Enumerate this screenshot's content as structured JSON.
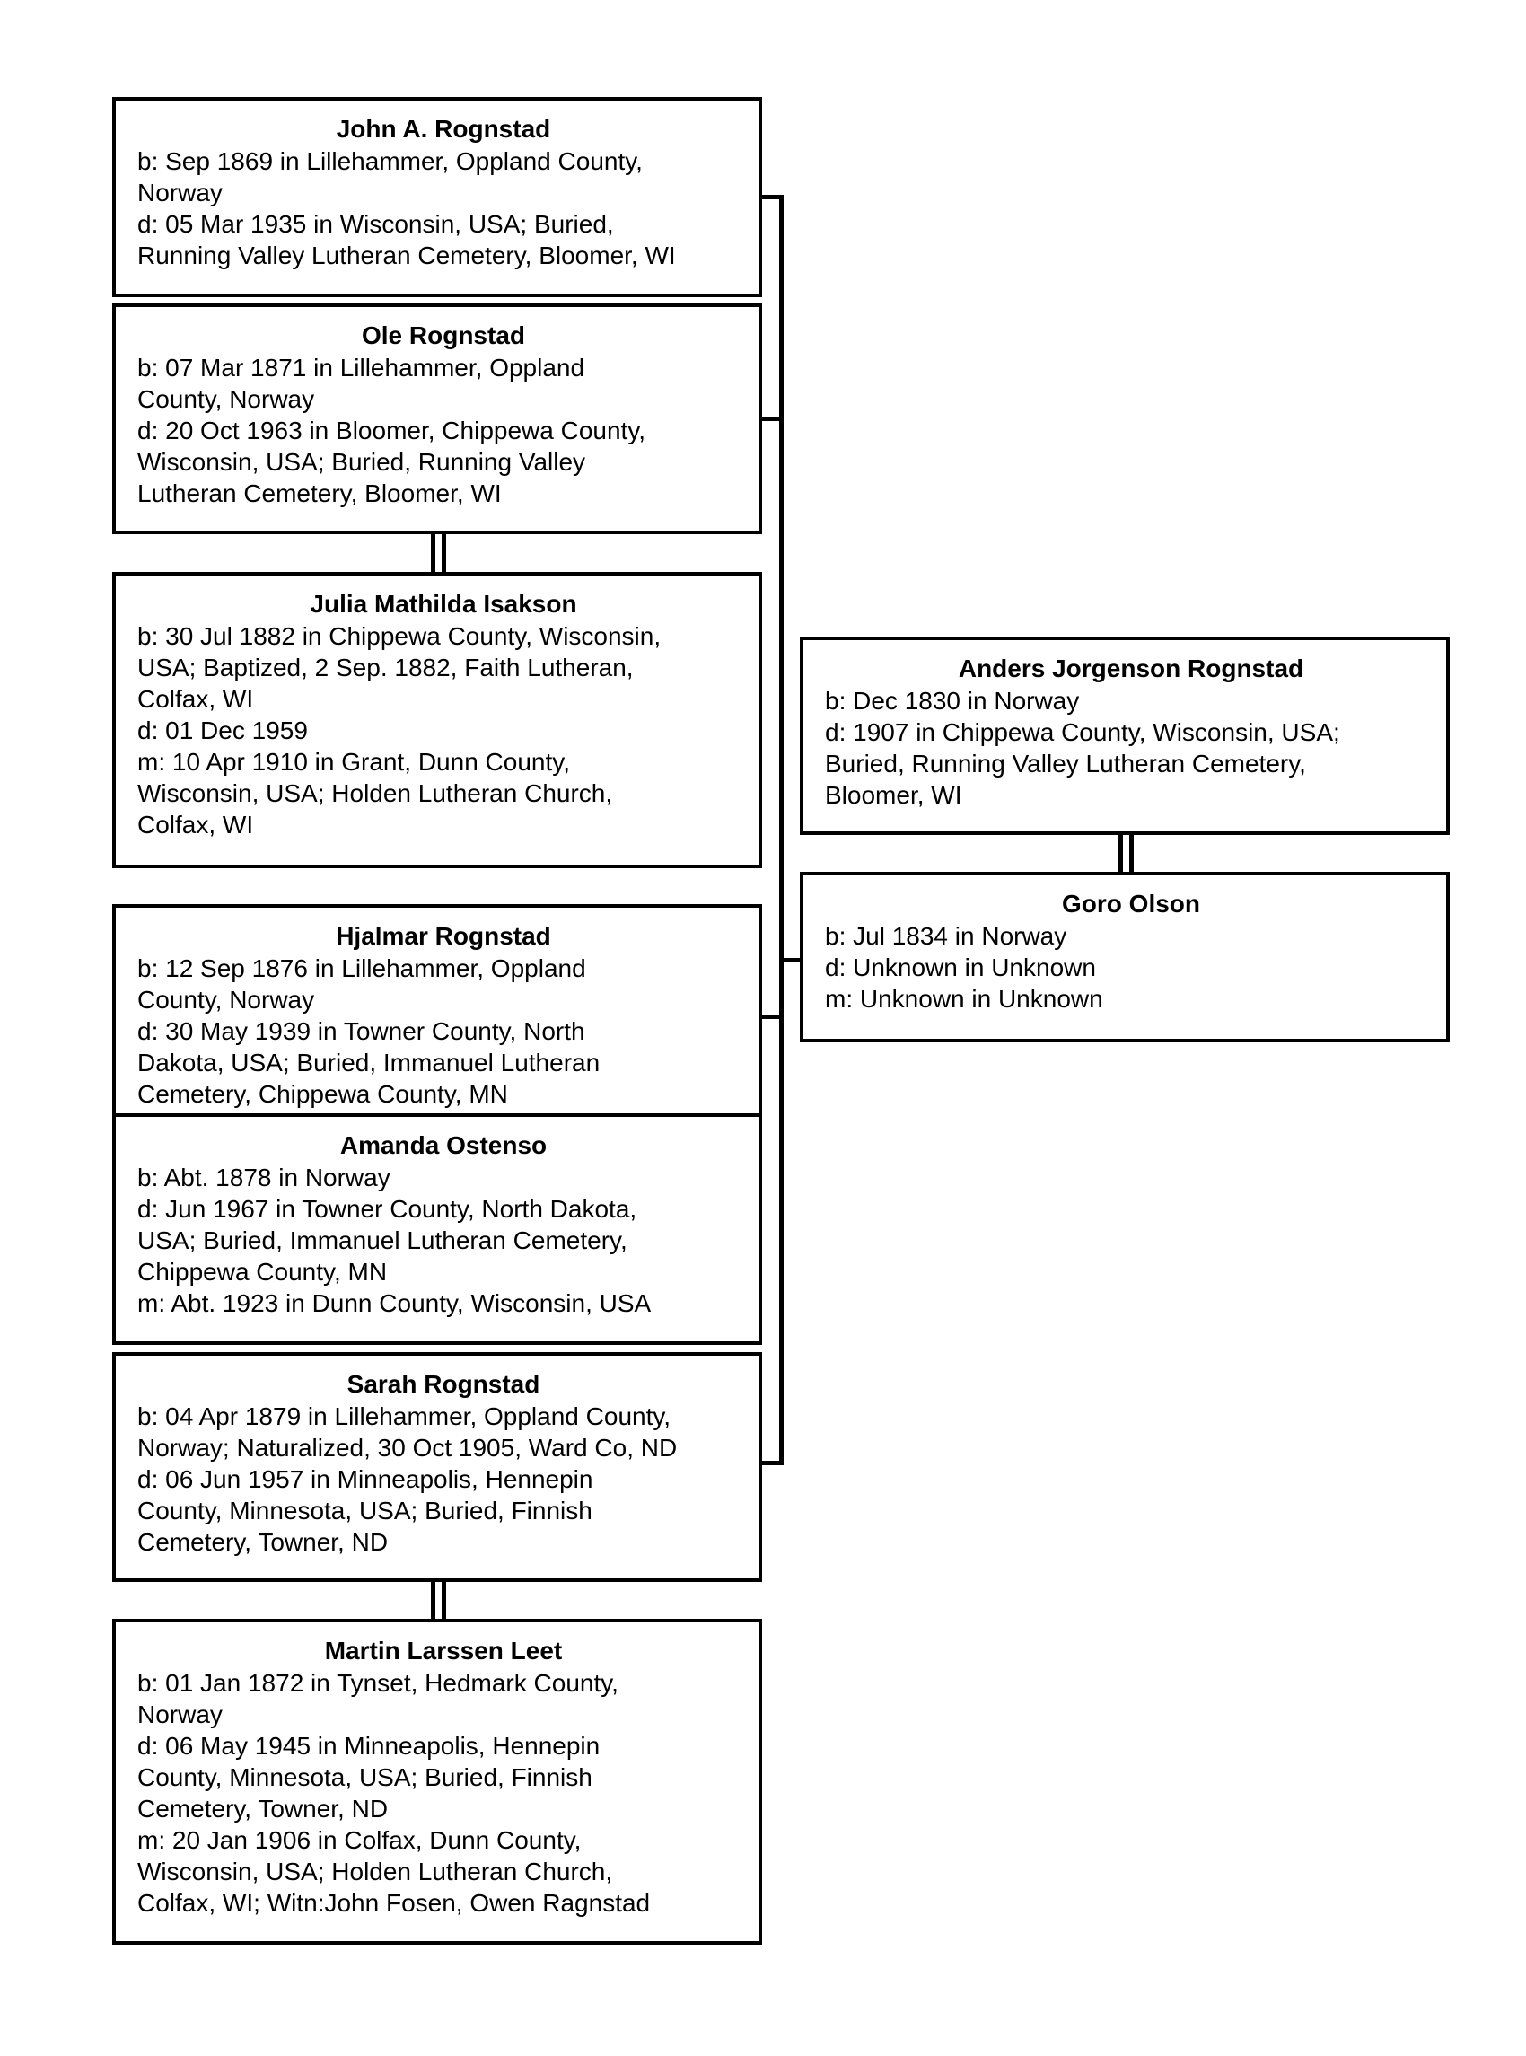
{
  "meta": {
    "chart_type": "genealogy-pedigree-chart",
    "background_color": "#ffffff",
    "line_color": "#000000",
    "text_color": "#000000"
  },
  "nodes": [
    {
      "id": "john-a-rognstad",
      "name": "John A. Rognstad",
      "lines": [
        "b: Sep 1869 in Lillehammer, Oppland County,",
        "Norway",
        "d: 05 Mar 1935 in Wisconsin, USA; Buried,",
        "Running Valley Lutheran Cemetery, Bloomer, WI"
      ]
    },
    {
      "id": "ole-rognstad",
      "name": "Ole Rognstad",
      "lines": [
        "b: 07 Mar 1871 in Lillehammer, Oppland",
        "County, Norway",
        "d: 20 Oct 1963 in Bloomer, Chippewa County,",
        "Wisconsin, USA; Buried, Running Valley",
        "Lutheran Cemetery, Bloomer, WI"
      ]
    },
    {
      "id": "julia-mathilda-isakson",
      "name": "Julia Mathilda Isakson",
      "lines": [
        "b: 30 Jul 1882 in Chippewa County, Wisconsin,",
        "USA; Baptized, 2 Sep. 1882, Faith Lutheran,",
        "Colfax, WI",
        "d: 01 Dec 1959",
        "m: 10 Apr 1910 in Grant, Dunn County,",
        "Wisconsin, USA; Holden Lutheran Church,",
        "Colfax, WI"
      ]
    },
    {
      "id": "hjalmar-rognstad",
      "name": "Hjalmar Rognstad",
      "lines": [
        "b: 12 Sep 1876 in Lillehammer, Oppland",
        "County, Norway",
        "d: 30 May 1939 in Towner County, North",
        "Dakota, USA; Buried, Immanuel Lutheran",
        "Cemetery, Chippewa County, MN"
      ]
    },
    {
      "id": "amanda-ostenso",
      "name": "Amanda Ostenso",
      "lines": [
        "b: Abt. 1878 in Norway",
        "d: Jun 1967 in Towner County, North Dakota,",
        "USA; Buried, Immanuel Lutheran Cemetery,",
        "Chippewa County, MN",
        "m: Abt. 1923 in Dunn County, Wisconsin, USA"
      ]
    },
    {
      "id": "sarah-rognstad",
      "name": "Sarah Rognstad",
      "lines": [
        "b: 04 Apr 1879 in Lillehammer, Oppland County,",
        "Norway; Naturalized, 30 Oct 1905, Ward Co, ND",
        "d: 06 Jun 1957 in Minneapolis, Hennepin",
        "County, Minnesota, USA; Buried, Finnish",
        "Cemetery, Towner, ND"
      ]
    },
    {
      "id": "martin-larssen-leet",
      "name": "Martin Larssen Leet",
      "lines": [
        "b: 01 Jan 1872 in Tynset, Hedmark County,",
        "Norway",
        "d: 06 May 1945 in Minneapolis, Hennepin",
        "County, Minnesota, USA; Buried, Finnish",
        "Cemetery, Towner, ND",
        "m: 20 Jan 1906 in Colfax, Dunn County,",
        "Wisconsin, USA; Holden Lutheran Church,",
        "Colfax, WI; Witn:John Fosen, Owen Ragnstad"
      ]
    },
    {
      "id": "anders-jorgenson-rognstad",
      "name": "Anders Jorgenson Rognstad",
      "lines": [
        "b: Dec 1830 in Norway",
        "d: 1907 in Chippewa County, Wisconsin, USA;",
        "Buried, Running Valley Lutheran Cemetery,",
        "Bloomer, WI"
      ]
    },
    {
      "id": "goro-olson",
      "name": "Goro Olson",
      "lines": [
        "b: Jul 1834 in Norway",
        "d: Unknown in Unknown",
        "m: Unknown in Unknown"
      ]
    }
  ]
}
